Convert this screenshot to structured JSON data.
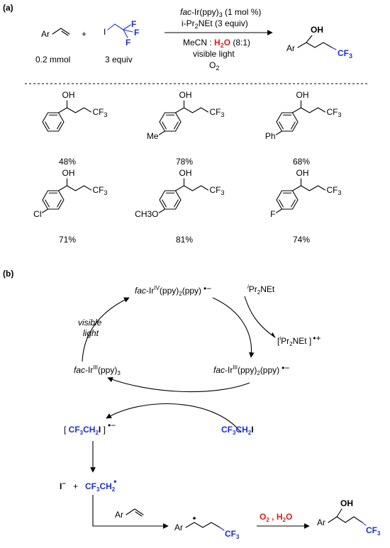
{
  "panel_a": {
    "label": "(a)",
    "reagent_ar": "Ar",
    "plus": "+",
    "iodide_i": "I",
    "iodide_f": "F",
    "amount_styrene": "0.2 mmol",
    "amount_iodide": "3 equiv",
    "cond1_italic": "fac",
    "cond1_rest": "-Ir(ppy)",
    "cond1_sub": "3",
    "cond1_tail": " (1 mol %)",
    "cond2_a": "i-Pr",
    "cond2_sub": "2",
    "cond2_b": "NEt (3 equiv)",
    "cond3_a": "MeCN : ",
    "cond3_water": "H",
    "cond3_water_sub": "2",
    "cond3_water_o": "O",
    "cond3_b": " (8:1)",
    "cond4": "visible light",
    "cond5": "O",
    "cond5_sub": "2",
    "product_oh": "OH",
    "product_ar": "Ar",
    "product_cf": "CF",
    "product_cf_sub": "3",
    "scope": [
      {
        "substituent": "",
        "yield": "48%"
      },
      {
        "substituent": "Me",
        "yield": "78%"
      },
      {
        "substituent": "Ph",
        "yield": "68%"
      },
      {
        "substituent": "Cl",
        "yield": "71%"
      },
      {
        "substituent": "CH3O",
        "yield": "81%"
      },
      {
        "substituent": "F",
        "yield": "74%"
      }
    ],
    "scope_oh": "OH",
    "scope_cf": "CF",
    "scope_cf_sub": "3"
  },
  "panel_b": {
    "label": "(b)",
    "ir4_a": "fac",
    "ir4_b": "-Ir",
    "ir4_sup": "IV",
    "ir4_c": "(ppy)",
    "ir4_sub": "2",
    "ir4_d": "(ppy)",
    "ir4_charge": "•−",
    "amine_sup": "i",
    "amine_a": "Pr",
    "amine_sub": "2",
    "amine_b": "NEt",
    "radcat_a": "[",
    "radcat_sup": "i",
    "radcat_b": "Pr",
    "radcat_sub": "2",
    "radcat_c": "NEt ]",
    "radcat_charge": "•+",
    "light1": "visible",
    "light2": "light",
    "ir3_a": "fac",
    "ir3_b": "-Ir",
    "ir3_sup": "III",
    "ir3_c": "(ppy)",
    "ir3_sub": "3",
    "ir3r_a": "fac",
    "ir3r_b": "-Ir",
    "ir3r_sup": "III",
    "ir3r_c": "(ppy)",
    "ir3r_sub": "2",
    "ir3r_d": "(ppy)",
    "ir3r_charge": "•−",
    "radan_open": "[ ",
    "radan_cf": "CF",
    "radan_sub1": "3",
    "radan_ch": "CH",
    "radan_sub2": "2",
    "radan_i": "I",
    "radan_close": " ]",
    "radan_charge": "•−",
    "cf3ch2i_cf": "CF",
    "cf3ch2i_sub1": "3",
    "cf3ch2i_ch": "CH",
    "cf3ch2i_sub2": "2",
    "cf3ch2i_i": "I",
    "iodide_ion": "I",
    "iodide_charge": "−",
    "plus": "+",
    "radical_cf": "CF",
    "radical_sub1": "3",
    "radical_ch": "CH",
    "radical_sub2": "2",
    "radical_dot": "•",
    "styrene_ar": "Ar",
    "int_ar": "Ar",
    "int_cf": "CF",
    "int_sub": "3",
    "o2_label": "O",
    "o2_sub": "2",
    "o2_sep": " , ",
    "h2o_h": "H",
    "h2o_sub": "2",
    "h2o_o": "O",
    "final_oh": "OH",
    "final_ar": "Ar",
    "final_cf": "CF",
    "final_sub": "3"
  },
  "colors": {
    "blue": "#1a2de0",
    "red": "#e41b1b"
  }
}
